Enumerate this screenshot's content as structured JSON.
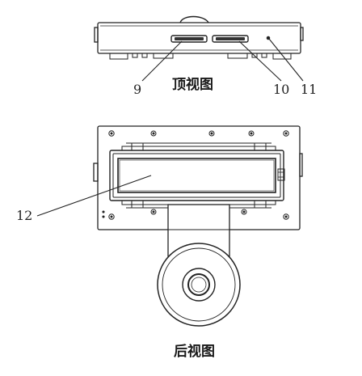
{
  "views": {
    "top_view": {
      "caption": "顶视图",
      "callouts": [
        "9",
        "10",
        "11"
      ]
    },
    "rear_view": {
      "caption": "后视图",
      "callouts": [
        "12"
      ]
    }
  },
  "colors": {
    "line": "#222222",
    "background": "#ffffff"
  }
}
